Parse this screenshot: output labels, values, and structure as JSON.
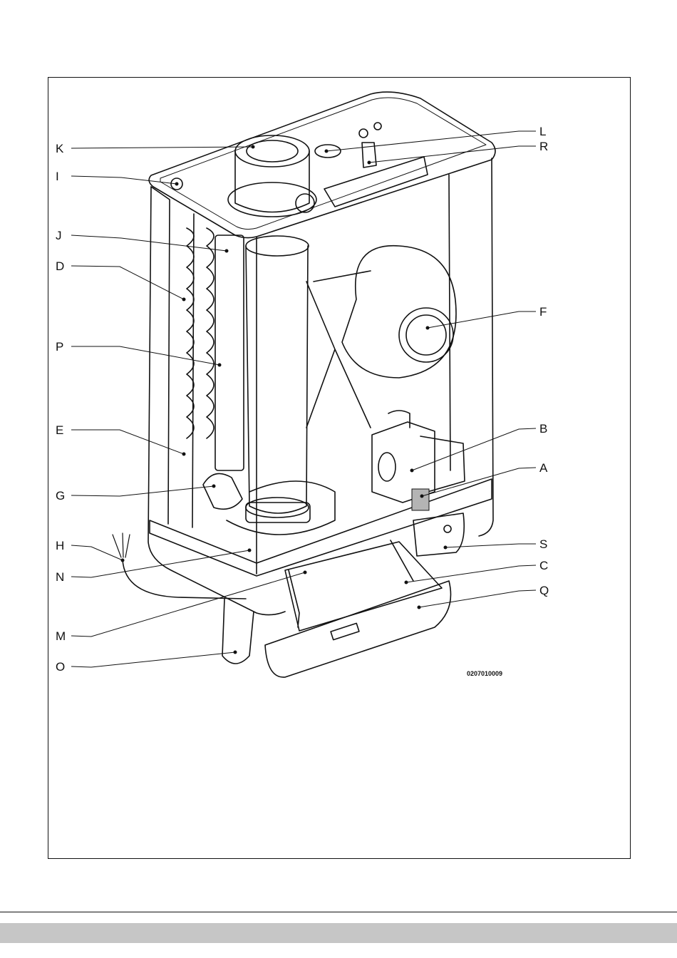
{
  "figure": {
    "code": "0207010009",
    "labels": [
      "K",
      "I",
      "J",
      "D",
      "P",
      "E",
      "G",
      "H",
      "N",
      "M",
      "O",
      "L",
      "R",
      "F",
      "B",
      "A",
      "S",
      "C",
      "Q"
    ]
  },
  "colors": {
    "line": "#111111",
    "footer_band": "#c6c6c6",
    "highlight": "#b4b4b4"
  }
}
